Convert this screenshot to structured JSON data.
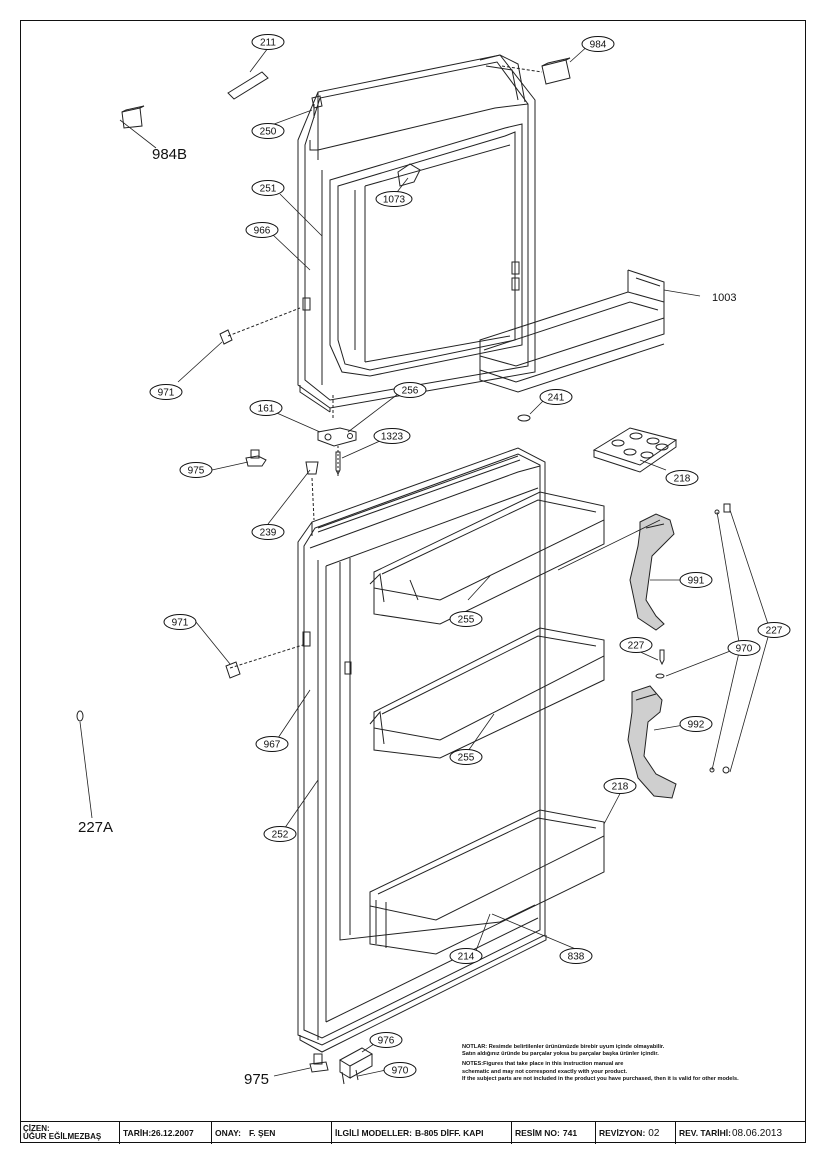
{
  "callouts": [
    {
      "id": "c211",
      "label": "211"
    },
    {
      "id": "c984",
      "label": "984"
    },
    {
      "id": "c250",
      "label": "250"
    },
    {
      "id": "c1073",
      "label": "1073"
    },
    {
      "id": "c251",
      "label": "251"
    },
    {
      "id": "c966",
      "label": "966"
    },
    {
      "id": "c971a",
      "label": "971"
    },
    {
      "id": "c161",
      "label": "161"
    },
    {
      "id": "c256",
      "label": "256"
    },
    {
      "id": "c241",
      "label": "241"
    },
    {
      "id": "c1323",
      "label": "1323"
    },
    {
      "id": "c975a",
      "label": "975"
    },
    {
      "id": "c239",
      "label": "239"
    },
    {
      "id": "c218a",
      "label": "218"
    },
    {
      "id": "c991",
      "label": "991"
    },
    {
      "id": "c255a",
      "label": "255"
    },
    {
      "id": "c227",
      "label": "227"
    },
    {
      "id": "c971b",
      "label": "971"
    },
    {
      "id": "c227b",
      "label": "227"
    },
    {
      "id": "c970",
      "label": "970"
    },
    {
      "id": "c992",
      "label": "992"
    },
    {
      "id": "c967",
      "label": "967"
    },
    {
      "id": "c255b",
      "label": "255"
    },
    {
      "id": "c218b",
      "label": "218"
    },
    {
      "id": "c252",
      "label": "252"
    },
    {
      "id": "c214",
      "label": "214"
    },
    {
      "id": "c838",
      "label": "838"
    },
    {
      "id": "c976",
      "label": "976"
    },
    {
      "id": "c970b",
      "label": "970"
    }
  ],
  "plain_labels": [
    {
      "id": "p984B",
      "label": "984B"
    },
    {
      "id": "p1003",
      "label": "1003"
    },
    {
      "id": "p227A",
      "label": "227A"
    },
    {
      "id": "p975",
      "label": "975"
    }
  ],
  "notes": {
    "tr_line1": "NOTLAR: Resimde belirtilenler ürünümüzde birebir uyum içinde olmayabilir.",
    "tr_line2": "Satın aldığınız üründe bu parçalar yoksa bu parçalar başka ürünler içindir.",
    "en_line1": "NOTES:Figures that take place in this instruction manual are",
    "en_line2": "schematic and may not correspond exactly with your product.",
    "en_line3": "If the subject parts are not included in the product you have purchased, then it is valid for other models."
  },
  "title_block": {
    "cizen_label": "ÇİZEN:",
    "cizen_value": "UĞUR EĞİLMEZBAŞ",
    "tarih_label": "TARİH:",
    "tarih_value": "26.12.2007",
    "onay_label": "ONAY:",
    "onay_value": "F. ŞEN",
    "modeller_label": "İLGİLİ MODELLER:",
    "modeller_value": "B-805 DİFF. KAPI",
    "resim_label": "RESİM NO:",
    "resim_value": "741",
    "revizyon_label": "REVİZYON:",
    "revizyon_value": "02",
    "revtarih_label": "REV. TARİHİ:",
    "revtarih_value": "08.06.2013"
  }
}
